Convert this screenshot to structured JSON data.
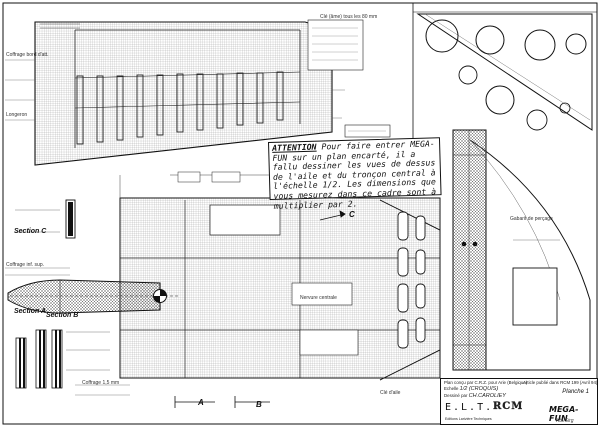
{
  "drawing": {
    "notice_title": "ATTENTION",
    "notice_body": " Pour faire entrer MEGA-FUN sur un plan encarté, il a fallu dessiner les vues de dessus de l'aile et du tronçon central à l'échelle 1/2. Les dimensions que vous mesurez dans ce cadre sont à multiplier par 2."
  },
  "sections": {
    "c": "Section C",
    "a": "Section A",
    "b": "Section B"
  },
  "markers": {
    "c": "C",
    "a": "A",
    "b": "B"
  },
  "title_block": {
    "sheet_line1": "Plan conçu par C.R.Z. pour Arie (Belgique)",
    "sheet_line2": "Article publié dans RCM 199 (Avril 94)",
    "echelle_label": "Echelle",
    "echelle_value": "1/2 (CROQUIS)",
    "drawn_by_label": "Dessiné par",
    "drawn_by_value": "CH.CAROLIEY",
    "page_label": "Planche",
    "page_value": "1",
    "elt": "E.L.T.",
    "rcm": "RCM",
    "model_name": "MEGA-FUN",
    "rcm_sub": "Editions Larivière Techniques"
  },
  "signature": "Xbi/Sirg"
}
